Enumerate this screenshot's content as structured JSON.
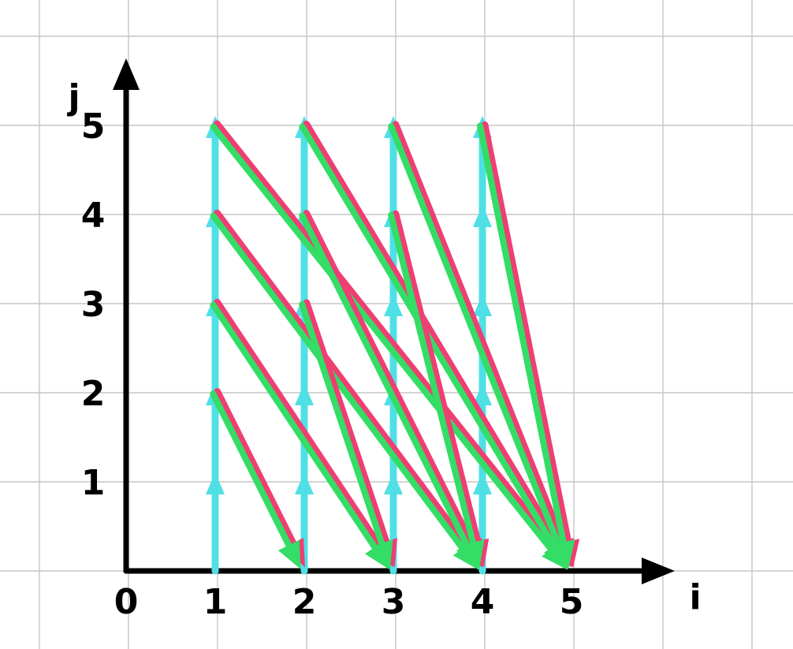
{
  "diagram": {
    "axes": {
      "x_label": "i",
      "y_label": "j",
      "origin_label": "0",
      "x_ticks": [
        "1",
        "2",
        "3",
        "4",
        "5"
      ],
      "y_ticks": [
        "1",
        "2",
        "3",
        "4",
        "5"
      ]
    },
    "colors": {
      "background": "#ffffff",
      "grid": "#c6c6c6",
      "axis": "#000000",
      "vertical_arrows": "#4fe0e6",
      "pink_arrows": "#ee3f73",
      "green_arrows": "#33dd66"
    },
    "vertical_arrows": [
      {
        "from": [
          1,
          0
        ],
        "to": [
          1,
          5
        ]
      },
      {
        "from": [
          2,
          0
        ],
        "to": [
          2,
          5
        ]
      },
      {
        "from": [
          3,
          0
        ],
        "to": [
          3,
          5
        ]
      },
      {
        "from": [
          4,
          0
        ],
        "to": [
          4,
          5
        ]
      }
    ],
    "diagonal_arrows": [
      {
        "from": [
          1,
          2
        ],
        "to": [
          2,
          0
        ]
      },
      {
        "from": [
          1,
          3
        ],
        "to": [
          3,
          0
        ]
      },
      {
        "from": [
          1,
          4
        ],
        "to": [
          4,
          0
        ]
      },
      {
        "from": [
          1,
          5
        ],
        "to": [
          5,
          0
        ]
      },
      {
        "from": [
          2,
          3
        ],
        "to": [
          3,
          0
        ]
      },
      {
        "from": [
          2,
          4
        ],
        "to": [
          4,
          0
        ]
      },
      {
        "from": [
          2,
          5
        ],
        "to": [
          5,
          0
        ]
      },
      {
        "from": [
          3,
          4
        ],
        "to": [
          4,
          0
        ]
      },
      {
        "from": [
          3,
          5
        ],
        "to": [
          5,
          0
        ]
      },
      {
        "from": [
          4,
          5
        ],
        "to": [
          5,
          0
        ]
      }
    ]
  }
}
